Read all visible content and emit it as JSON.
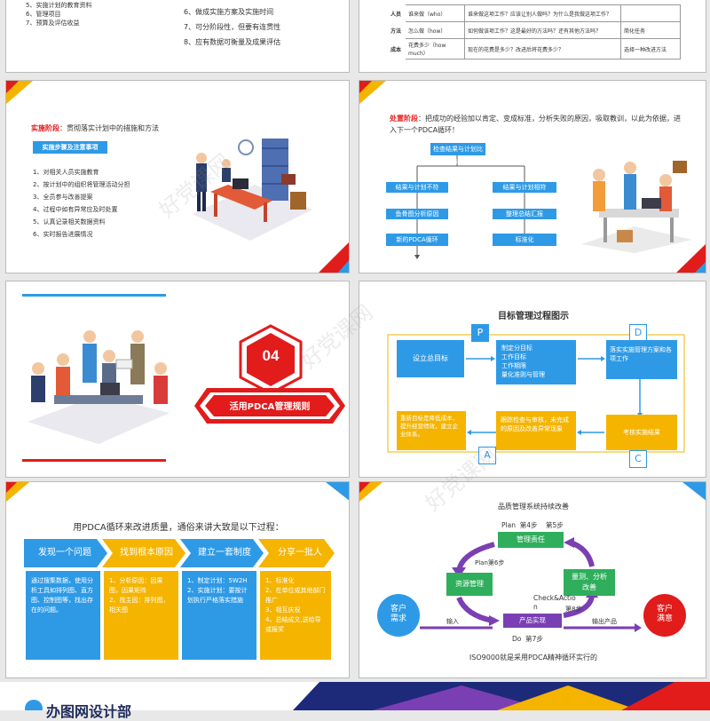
{
  "s1": {
    "left_items": [
      "5、实施计划的教育资料",
      "6、管理项目",
      "7、预算及评估收益"
    ],
    "right_items": [
      "6、做成实施方案及实施时间",
      "7、可分阶段性，但要有连贯性",
      "8、应有数据可衡量及成果评估"
    ]
  },
  "s2": {
    "rows": [
      [
        "人员",
        "谁来做（who）",
        "谁来做这项工作？应该让别人做吗？为什么是我做这项工作？",
        ""
      ],
      [
        "方法",
        "怎么做（how）",
        "如何做该项工作？这是最好的方法吗？还有其他方法吗？",
        "简化任务"
      ],
      [
        "成本",
        "花费多少（how much）",
        "现在的花费是多少？改进后将花费多少？",
        "选择一种改进方法"
      ]
    ]
  },
  "s3": {
    "heading_label": "实施阶段",
    "heading_text": "：贯彻落实计划中的措施和方法",
    "badge": "实施步骤及注意事项",
    "items": [
      "1、对相关人员实施教育",
      "2、按计划中的组织将管理活动分担",
      "3、全员参与改善提案",
      "4、过程中如有异常应及时处置",
      "5、认真记录相关数据资料",
      "6、实时报告进展情况"
    ]
  },
  "s4": {
    "heading_label": "处置阶段",
    "heading_text": "：把成功的经验加以肯定、变成标准，分析失败的原因，吸取教训，以此为依据，进入下一个PDCA循环！",
    "top": "检查结果与计划比较",
    "left": [
      "结果与计划不符",
      "鱼骨图分析原因",
      "新的PDCA循环"
    ],
    "right": [
      "结果与计划相符",
      "整理总结汇报",
      "标准化"
    ]
  },
  "s5": {
    "number": "04",
    "title": "活用PDCA管理规则"
  },
  "s6": {
    "title": "目标管理过程图示",
    "letters": [
      "P",
      "D",
      "C",
      "A"
    ],
    "set_goal": "设立总目标",
    "plan_items": [
      "制定分目标",
      "工作目标",
      "工作期限",
      "量化准则与管理"
    ],
    "do_text": "落实实施管理方案和各项工作",
    "check_text": "考核实施结果",
    "act_yellow": "跟踪检查与审核，未完成的原因及改善异常现象",
    "act_blue": "重新目标是降低成本，提升经营绩效，建立企业体系。"
  },
  "s7": {
    "title": "用PDCA循环来改进质量，通俗来讲大致是以下过程：",
    "steps": [
      "发现一个问题",
      "找到根本原因",
      "建立一套制度",
      "分享一批人"
    ],
    "panels": [
      "通过搜集数据，使用分析工具如排列图、直方图、控制图等，找出存在的问题。",
      "1、分析原因：因果图，因果矩阵\n2、找主因：排列图，相关图",
      "1、制定计划：5W2H\n2、实施计划：要按计划执行严格落实措施",
      "1、标准化\n2、在单位或其他部门推广\n3、相互庆祝\n4、总结成文,送给导或报奖"
    ]
  },
  "s8": {
    "title": "品质管理系统持续改善",
    "plan_label": "Plan  第4步    第5步",
    "plan6": "Plan第6步",
    "mgmt": "管理责任",
    "resource": "资源管理",
    "measure": "量测、分析\n改善",
    "product": "产品实现",
    "check": "Check&Actio\nn",
    "step8": "第8步",
    "do_label": "Do  第7步",
    "customer_need": "客户\n需求",
    "customer_sat": "客户\n满意",
    "input": "输入",
    "output": "输出产品",
    "footer": "ISO9000就是采用PDCA精神循环实行的"
  },
  "bottom": {
    "title": "办图网设计部"
  },
  "watermark": "好党课网"
}
